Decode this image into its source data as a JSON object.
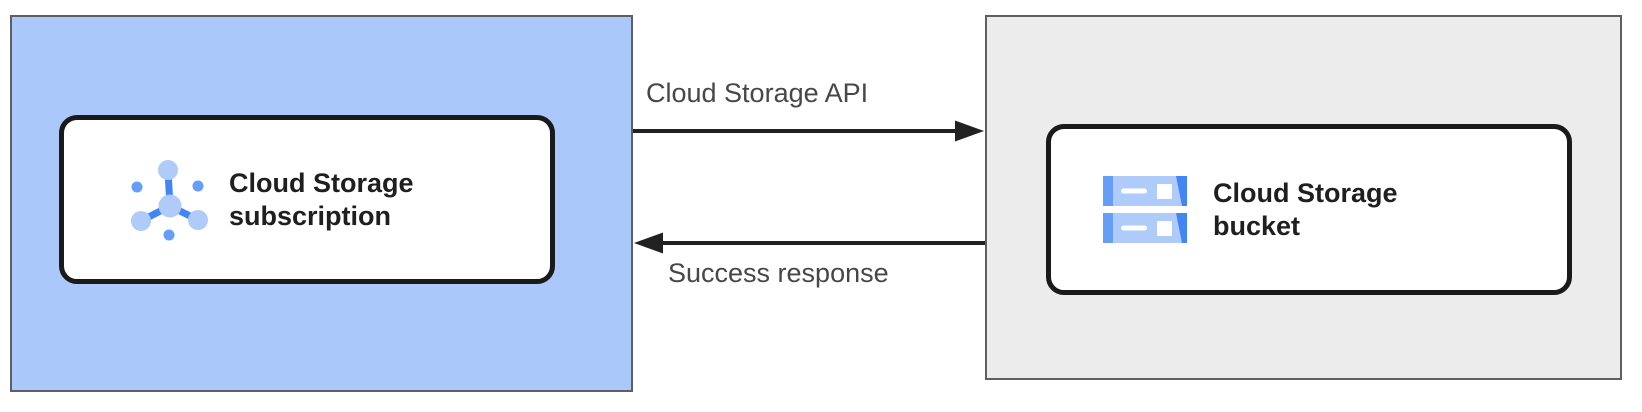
{
  "colors": {
    "zone_left_bg": "#aac8fa",
    "zone_right_bg": "#ececec",
    "zone_border": "#5f5f5f",
    "card_border": "#1a1a1a",
    "card_text": "#1f1f1f",
    "arrow": "#212121",
    "arrow_label_text": "#474747",
    "icon_light_blue": "#AECBFA",
    "icon_medium_blue": "#669DF6",
    "icon_dark_blue": "#4285F4",
    "icon_white": "#FFFFFF"
  },
  "left_zone": {
    "card": {
      "title": "Cloud Storage subscription",
      "icon": "pubsub-icon"
    }
  },
  "right_zone": {
    "card": {
      "title": "Cloud Storage bucket",
      "icon": "storage-bucket-icon"
    }
  },
  "connections": {
    "request": {
      "label": "Cloud Storage API",
      "direction": "left-to-right"
    },
    "response": {
      "label": "Success response",
      "direction": "right-to-left"
    }
  }
}
